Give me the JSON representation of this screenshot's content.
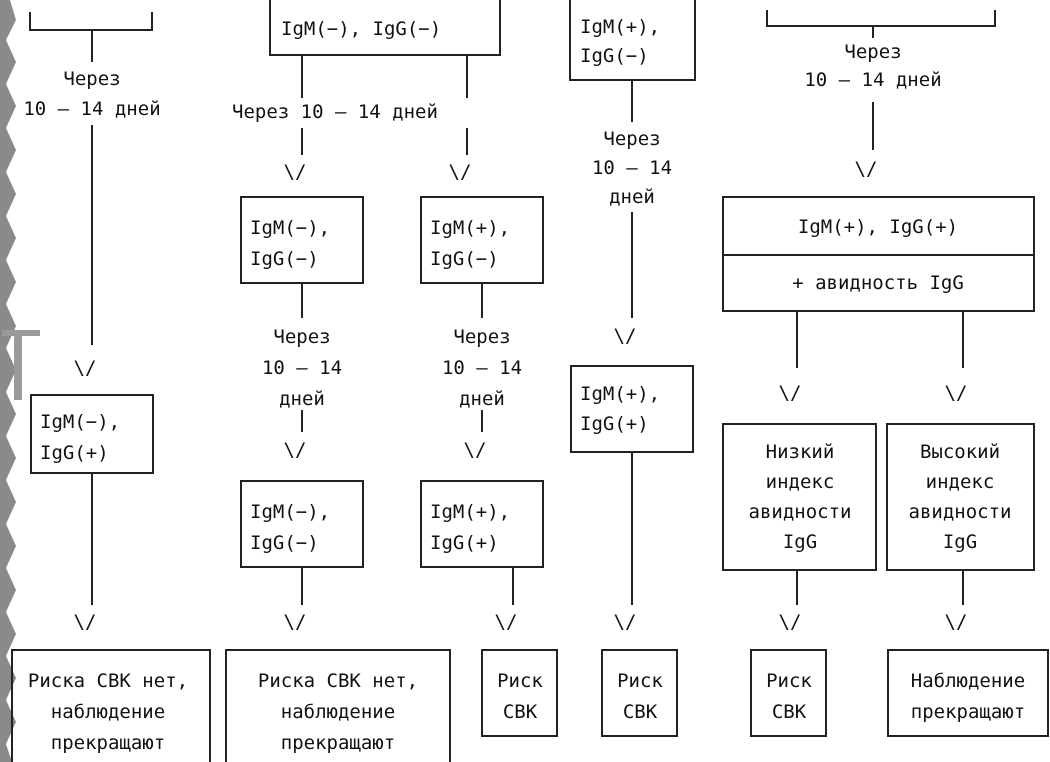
{
  "labels": {
    "box_igm_neg_igg_neg": [
      "IgM(−), IgG(−)"
    ],
    "box_igm_pos_igg_neg": [
      "IgM(+),",
      "IgG(−)"
    ],
    "t_col1_after": [
      "Через",
      "10 – 14 дней"
    ],
    "t_col2_after": [
      "Через 10 – 14 дней"
    ],
    "t_col3_after": [
      "Через",
      "10 – 14",
      "дней"
    ],
    "t_col4_after": [
      "Через",
      "10 – 14 дней"
    ],
    "arrow": "\\/",
    "b_c1_mid": [
      "IgM(−),",
      "IgG(+)"
    ],
    "b_c2a_mid": [
      "IgM(−),",
      "IgG(−)"
    ],
    "b_c2b_mid": [
      "IgM(+),",
      "IgG(−)"
    ],
    "t_c2a_mid": [
      "Через",
      "10 – 14",
      "дней"
    ],
    "t_c2b_mid": [
      "Через",
      "10 – 14",
      "дней"
    ],
    "b_c2a_low": [
      "IgM(−),",
      "IgG(−)"
    ],
    "b_c2b_low": [
      "IgM(+),",
      "IgG(+)"
    ],
    "b_c3_mid": [
      "IgM(+),",
      "IgG(+)"
    ],
    "b_c4_top": "IgM(+), IgG(+)",
    "b_c4_avidity": "+ авидность IgG",
    "b_c4_low": [
      "Низкий",
      "индекс",
      "авидности",
      "IgG"
    ],
    "b_c4_high": [
      "Высокий",
      "индекс",
      "авидности",
      "IgG"
    ],
    "o_c1": [
      "Риска СВК нет,",
      "наблюдение",
      "прекращают"
    ],
    "o_c2a": [
      "Риска СВК нет,",
      "наблюдение",
      "прекращают"
    ],
    "o_c2b": [
      "Риск",
      "СВК"
    ],
    "o_c3": [
      "Риск",
      "СВК"
    ],
    "o_c4a": [
      "Риск",
      "СВК"
    ],
    "o_c4b": [
      "Наблюдение",
      "прекращают"
    ]
  },
  "colors": {
    "ink": "#111111",
    "stroke": "#222222",
    "background": "#ffffff",
    "edge_decoration": "#8a8a8a"
  }
}
